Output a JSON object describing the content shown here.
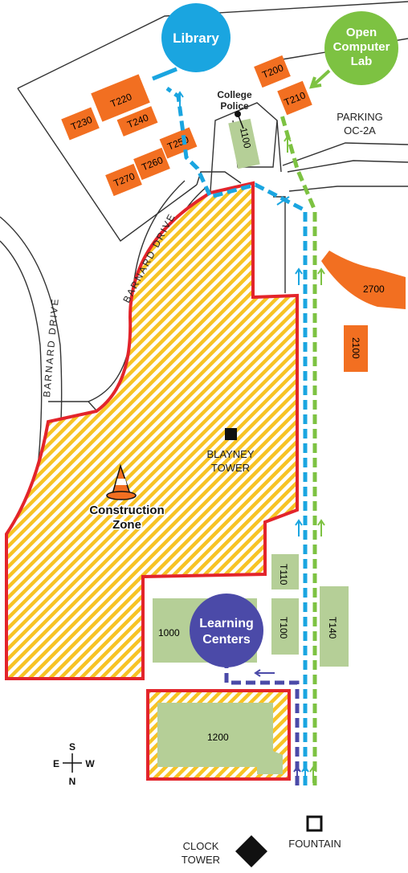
{
  "markers": {
    "library": {
      "label": "Library",
      "color": "#1aa5e0"
    },
    "open_lab": {
      "lines": [
        "Open",
        "Computer",
        "Lab"
      ],
      "color": "#7dc242"
    },
    "learning_centers": {
      "lines": [
        "Learning",
        "Centers"
      ],
      "color": "#4b4aa8"
    }
  },
  "orange_buildings": [
    "T220",
    "T230",
    "T240",
    "T250",
    "T260",
    "T270",
    "T200",
    "T210",
    "2700",
    "2100"
  ],
  "green_buildings": [
    "1100",
    "T110",
    "T100",
    "T140",
    "1000",
    "1200"
  ],
  "labels": {
    "college_police": [
      "College",
      "Police"
    ],
    "parking": [
      "PARKING",
      "OC-2A"
    ],
    "blayney": [
      "BLAYNEY",
      "TOWER"
    ],
    "construction": [
      "Construction",
      "Zone"
    ],
    "barnard_drive": "BARNARD DRIVE",
    "fountain": "FOUNTAIN",
    "clock_tower": [
      "CLOCK",
      "TOWER"
    ]
  },
  "compass": {
    "s": "S",
    "e": "E",
    "w": "W",
    "n": "N"
  },
  "colors": {
    "orange": "#f26f21",
    "green": "#b5cf97",
    "hatch_yellow": "#f7c325",
    "zone_border": "#e3242b",
    "path_blue": "#1aa5e0",
    "path_green": "#7dc242",
    "path_purple": "#4b4aa8"
  }
}
